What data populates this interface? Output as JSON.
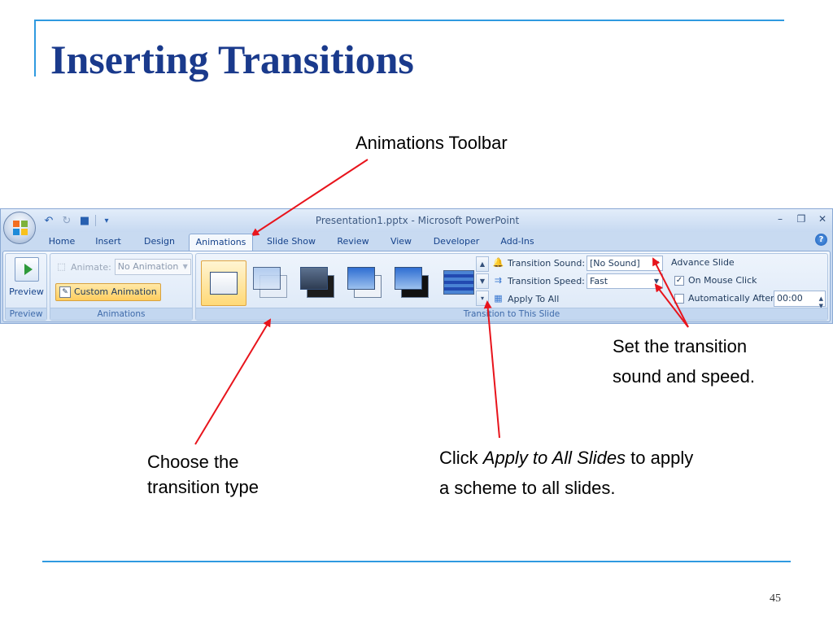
{
  "slide": {
    "title": "Inserting Transitions",
    "page_number": "45"
  },
  "callouts": {
    "toolbar": "Animations Toolbar",
    "sound_speed_line1": "Set the transition",
    "sound_speed_line2": "sound and speed.",
    "transition_type_line1": "Choose the",
    "transition_type_line2": "transition type",
    "apply_all_prefix": "Click ",
    "apply_all_italic": "Apply to All Slides",
    "apply_all_suffix": " to apply",
    "apply_all_line2": "a scheme to all slides."
  },
  "window": {
    "title": "Presentation1.pptx - Microsoft PowerPoint",
    "controls": {
      "minimize": "–",
      "restore": "❐",
      "close": "✕"
    },
    "help": "?"
  },
  "quick_access": {
    "undo": "↶",
    "redo": "↻",
    "save": "■",
    "more": "▾"
  },
  "tabs": [
    "Home",
    "Insert",
    "Design",
    "Animations",
    "Slide Show",
    "Review",
    "View",
    "Developer",
    "Add-Ins"
  ],
  "active_tab": "Animations",
  "groups": {
    "preview": {
      "label": "Preview",
      "button": "Preview"
    },
    "animations": {
      "label": "Animations",
      "animate_label": "Animate:",
      "animate_value": "No Animation",
      "custom_animation": "Custom Animation"
    },
    "transition": {
      "label": "Transition to This Slide",
      "sound_label": "Transition Sound:",
      "sound_value": "[No Sound]",
      "speed_label": "Transition Speed:",
      "speed_value": "Fast",
      "apply_all": "Apply To All",
      "advance_label": "Advance Slide",
      "on_mouse_click": "On Mouse Click",
      "on_mouse_click_checked": true,
      "auto_after": "Automatically After:",
      "auto_after_checked": false,
      "auto_after_value": "00:00"
    }
  },
  "colors": {
    "title": "#1a3a8c",
    "rule": "#2f9ae0",
    "arrow": "#e8141c"
  }
}
